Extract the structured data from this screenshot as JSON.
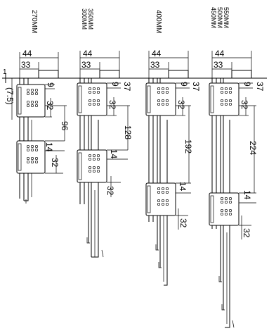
{
  "ground_line": {
    "tick_label": "1"
  },
  "columns": [
    {
      "id": "col-270",
      "lengths": [
        "270MM"
      ],
      "top_dims": {
        "width": "44",
        "offset": "33"
      },
      "edge_dim": "(7.5)",
      "bracket1": {
        "top": "9",
        "height": "32"
      },
      "spacing": "96",
      "bracket2": {
        "gap": "14",
        "height": "32"
      }
    },
    {
      "id": "col-350-300",
      "lengths": [
        "350MM",
        "300MM"
      ],
      "top_dims": {
        "width": "44",
        "offset": "33"
      },
      "bracket1": {
        "top": "9",
        "right": "37",
        "height": "32"
      },
      "spacing": "128",
      "bracket2": {
        "gap": "14",
        "height": "32"
      }
    },
    {
      "id": "col-400",
      "lengths": [
        "400MM"
      ],
      "top_dims": {
        "width": "44",
        "offset": "33"
      },
      "bracket1": {
        "top": "9",
        "right": "37",
        "height": "32"
      },
      "spacing": "192",
      "bracket2": {
        "gap": "14",
        "height": "32"
      }
    },
    {
      "id": "col-550-500-450",
      "lengths": [
        "550MM",
        "500MM",
        "450MM"
      ],
      "top_dims": {
        "width": "44",
        "offset": "33"
      },
      "bracket1": {
        "top": "9",
        "right": "37",
        "height": "32"
      },
      "spacing": "224",
      "bracket2": {
        "gap": "14",
        "height": "32"
      }
    }
  ]
}
